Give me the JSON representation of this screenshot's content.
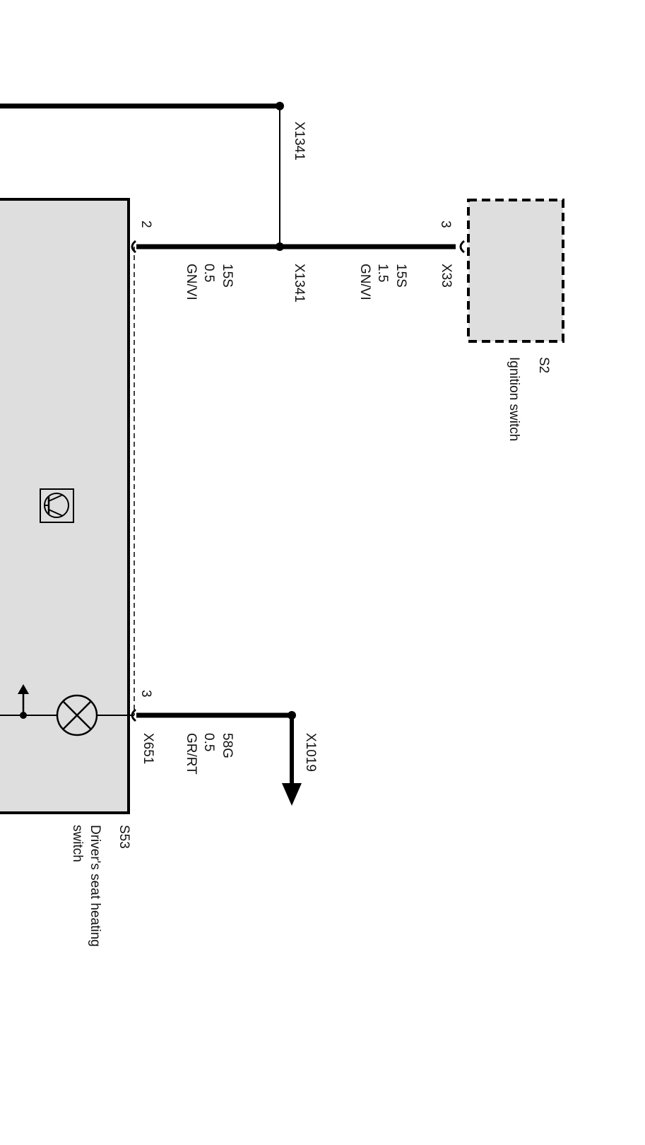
{
  "components": {
    "s2": {
      "id": "S2",
      "name": "Ignition switch"
    },
    "s53": {
      "id": "S53",
      "name_line1": "Driver's seat heating",
      "name_line2": "switch"
    }
  },
  "pins": {
    "s2_pin": "3",
    "s53_pin_top": "2",
    "s53_pin_bottom": "3"
  },
  "connectors": {
    "x1341_top": "X1341",
    "x1341_mid": "X1341",
    "x33": "X33",
    "x651": "X651",
    "x1019": "X1019"
  },
  "wires": {
    "s2_to_splice": {
      "terminal": "15S",
      "size": "1.5",
      "color": "GN/VI"
    },
    "splice_to_s53": {
      "terminal": "15S",
      "size": "0.5",
      "color": "GN/VI"
    },
    "s53_to_x1019": {
      "terminal": "58G",
      "size": "0.5",
      "color": "GR/RT"
    }
  },
  "colors": {
    "component_fill": "#dedede",
    "wire": "#000000",
    "background": "#ffffff"
  },
  "icons": {
    "transistor": "transistor-symbol-icon",
    "lamp": "lamp-symbol-icon",
    "arrow_up": "arrow-up-icon",
    "arrow_down": "arrow-down-icon"
  }
}
